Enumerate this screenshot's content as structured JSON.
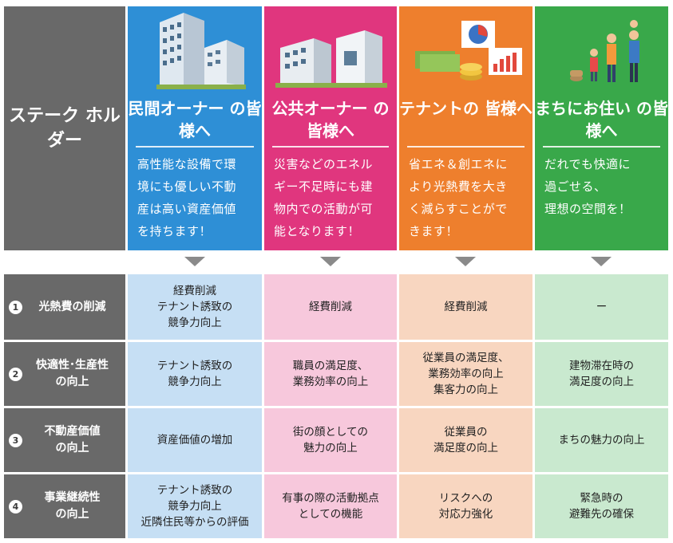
{
  "stakeholder_label": "ステーク\nホルダー",
  "columns": [
    {
      "title": "民間オーナー\nの皆様へ",
      "desc": "高性能な設備で環\n境にも優しい不動\n産は高い資産価値\nを持ちます！",
      "illustration": "office-buildings-icon",
      "color": "#2e8fd6",
      "light": "#c6dff4"
    },
    {
      "title": "公共オーナー\nの皆様へ",
      "desc": "災害などのエネル\nギー不足時にも建\n物内での活動が可\n能となります！",
      "illustration": "public-buildings-icon",
      "color": "#e0367e",
      "light": "#f7c8dc"
    },
    {
      "title": "テナントの\n皆様へ",
      "desc": "省エネ＆創エネに\nより光熱費を大き\nく減らすことがで\nきます！",
      "illustration": "money-and-charts-icon",
      "color": "#ee7f2d",
      "light": "#f8d6c0"
    },
    {
      "title": "まちにお住い\nの皆様へ",
      "desc": "だれでも快適に\n過ごせる、\n理想の空間を！",
      "illustration": "family-walking-icon",
      "color": "#39a84a",
      "light": "#c9e9cf"
    }
  ],
  "rows": [
    {
      "num": "1",
      "label": "光熱費の削減",
      "cells": [
        "経費削減\nテナント誘致の\n競争力向上",
        "経費削減",
        "経費削減",
        "ー"
      ]
    },
    {
      "num": "2",
      "label": "快適性･生産性\nの向上",
      "cells": [
        "テナント誘致の\n競争力向上",
        "職員の満足度、\n業務効率の向上",
        "従業員の満足度、\n業務効率の向上\n集客力の向上",
        "建物滞在時の\n満足度の向上"
      ]
    },
    {
      "num": "3",
      "label": "不動産価値\nの向上",
      "cells": [
        "資産価値の増加",
        "街の顔としての\n魅力の向上",
        "従業員の\n満足度の向上",
        "まちの魅力の向上"
      ]
    },
    {
      "num": "4",
      "label": "事業継続性\nの向上",
      "cells": [
        "テナント誘致の\n競争力向上\n近隣住民等からの評価",
        "有事の際の活動拠点\nとしての機能",
        "リスクへの\n対応力強化",
        "緊急時の\n避難先の確保"
      ]
    }
  ],
  "arrow_color": "#8a8a8a",
  "row_header_color": "#696969"
}
